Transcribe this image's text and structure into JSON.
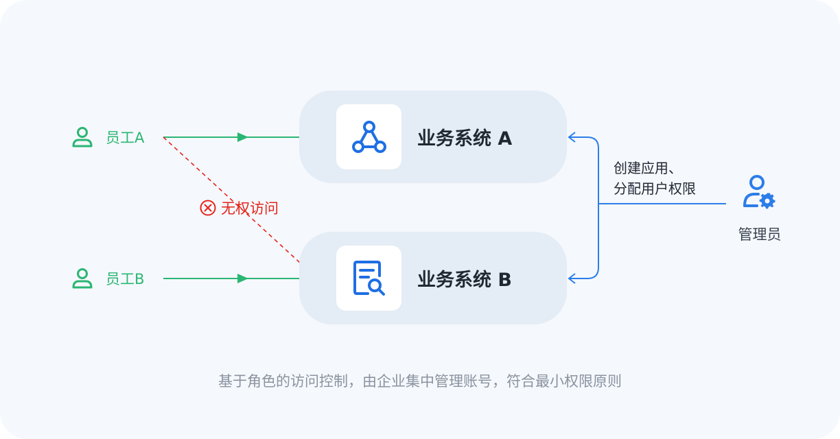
{
  "employees": [
    {
      "name": "员工A"
    },
    {
      "name": "员工B"
    }
  ],
  "systems": [
    {
      "name": "业务系统 A",
      "icon": "network-icon"
    },
    {
      "name": "业务系统 B",
      "icon": "document-search-icon"
    }
  ],
  "deny": {
    "label": "无权访问",
    "icon": "close-circle-icon"
  },
  "admin": {
    "label": "管理员",
    "action_line1": "创建应用、",
    "action_line2": "分配用户权限",
    "icon": "user-gear-icon"
  },
  "caption": "基于角色的访问控制，由企业集中管理账号，符合最小权限原则",
  "colors": {
    "allowed": "#2bb673",
    "denied": "#e5231b",
    "admin": "#2b7de9",
    "card": "#e4ecf5",
    "background": "#f5f8fc"
  }
}
